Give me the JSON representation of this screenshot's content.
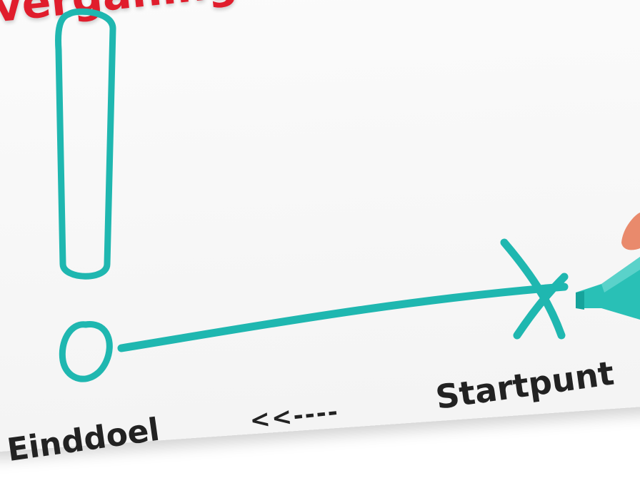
{
  "title_fragment": "verganing",
  "labels": {
    "end_goal": "Einddoel",
    "arrow": "<<----",
    "start_point": "Startpunt"
  },
  "colors": {
    "ink_teal": "#1fb7b0",
    "title_red": "#e01d2c",
    "text_dark": "#222222",
    "marker_body": "#29c0b6",
    "hand_skin": "#e98a6c"
  }
}
